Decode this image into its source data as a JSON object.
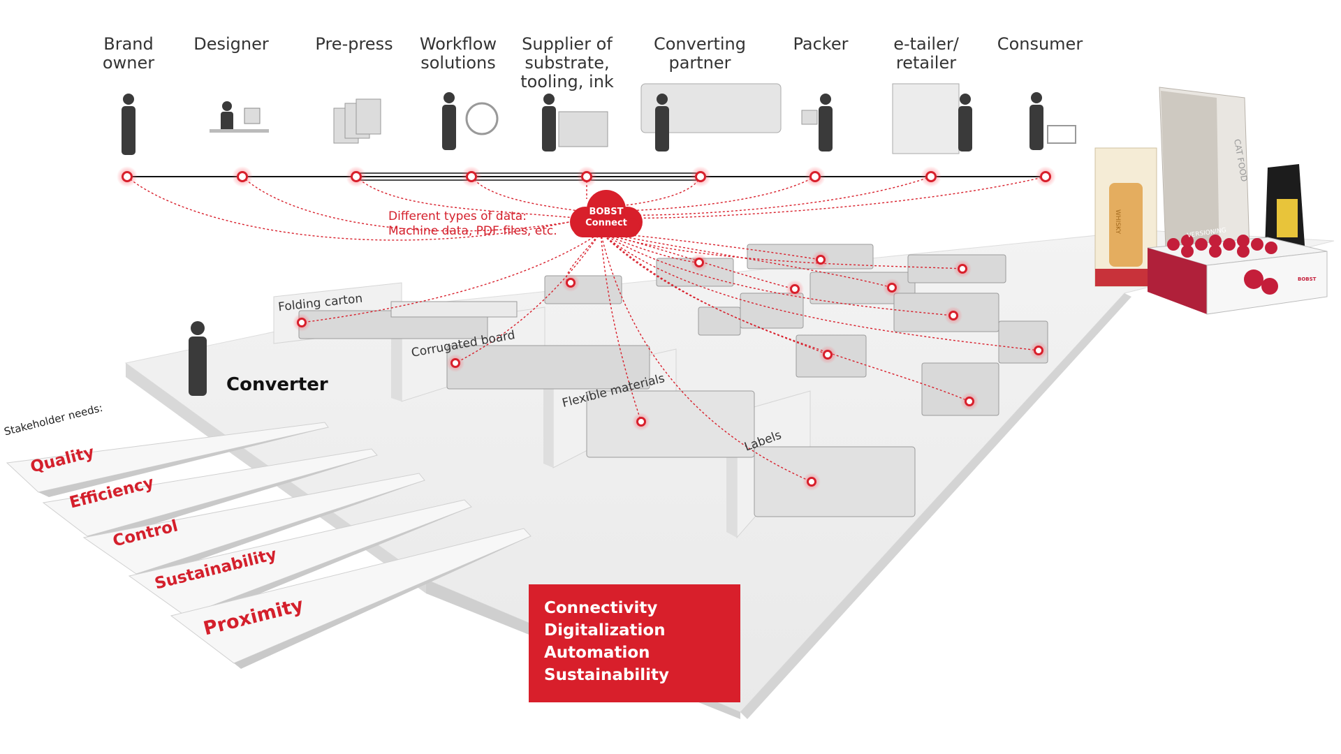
{
  "stakeholders": [
    {
      "label": "Brand\nowner"
    },
    {
      "label": "Designer"
    },
    {
      "label": "Pre-press"
    },
    {
      "label": "Workflow\nsolutions"
    },
    {
      "label": "Supplier of\nsubstrate,\ntooling, ink"
    },
    {
      "label": "Converting\npartner"
    },
    {
      "label": "Packer"
    },
    {
      "label": "e-tailer/\nretailer"
    },
    {
      "label": "Consumer"
    }
  ],
  "data_note": "Different types of data:\nMachine data, PDF files, etc.",
  "cloud": {
    "line1": "BOBST",
    "line2": "Connect"
  },
  "sectors": {
    "folding": "Folding carton",
    "corrugated": "Corrugated board",
    "flexible": "Flexible materials",
    "labels": "Labels"
  },
  "converter": "Converter",
  "needs_title": "Stakeholder needs:",
  "needs": [
    "Quality",
    "Efficiency",
    "Control",
    "Sustainability",
    "Proximity"
  ],
  "pillars": [
    "Connectivity",
    "Digitalization",
    "Automation",
    "Sustainability"
  ],
  "products": {
    "cat_food": "CAT FOOD",
    "versioning": "VERSIONING",
    "whisky": "WHISKY",
    "brand": "BOBST"
  },
  "colors": {
    "accent": "#d81f2b",
    "line": "#111111",
    "floor": "#efefef"
  }
}
